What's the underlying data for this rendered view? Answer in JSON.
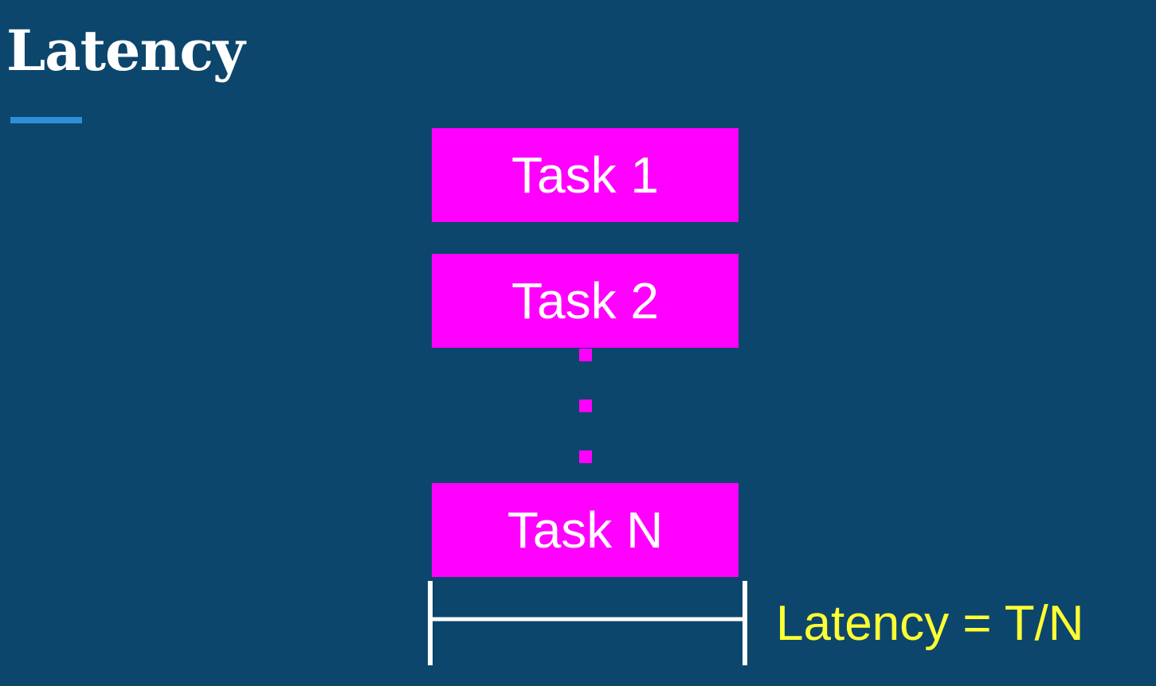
{
  "slide": {
    "title": "Latency",
    "background_color": "#0d466c",
    "accent_color": "#2f8fd8"
  },
  "diagram": {
    "task_color": "#ff00ff",
    "tasks": [
      {
        "label": "Task 1"
      },
      {
        "label": "Task 2"
      },
      {
        "label": "Task N"
      }
    ],
    "ellipsis_dots": 3,
    "bracket_color": "#ffffff",
    "formula": "Latency = T/N",
    "formula_color": "#ffff33"
  }
}
